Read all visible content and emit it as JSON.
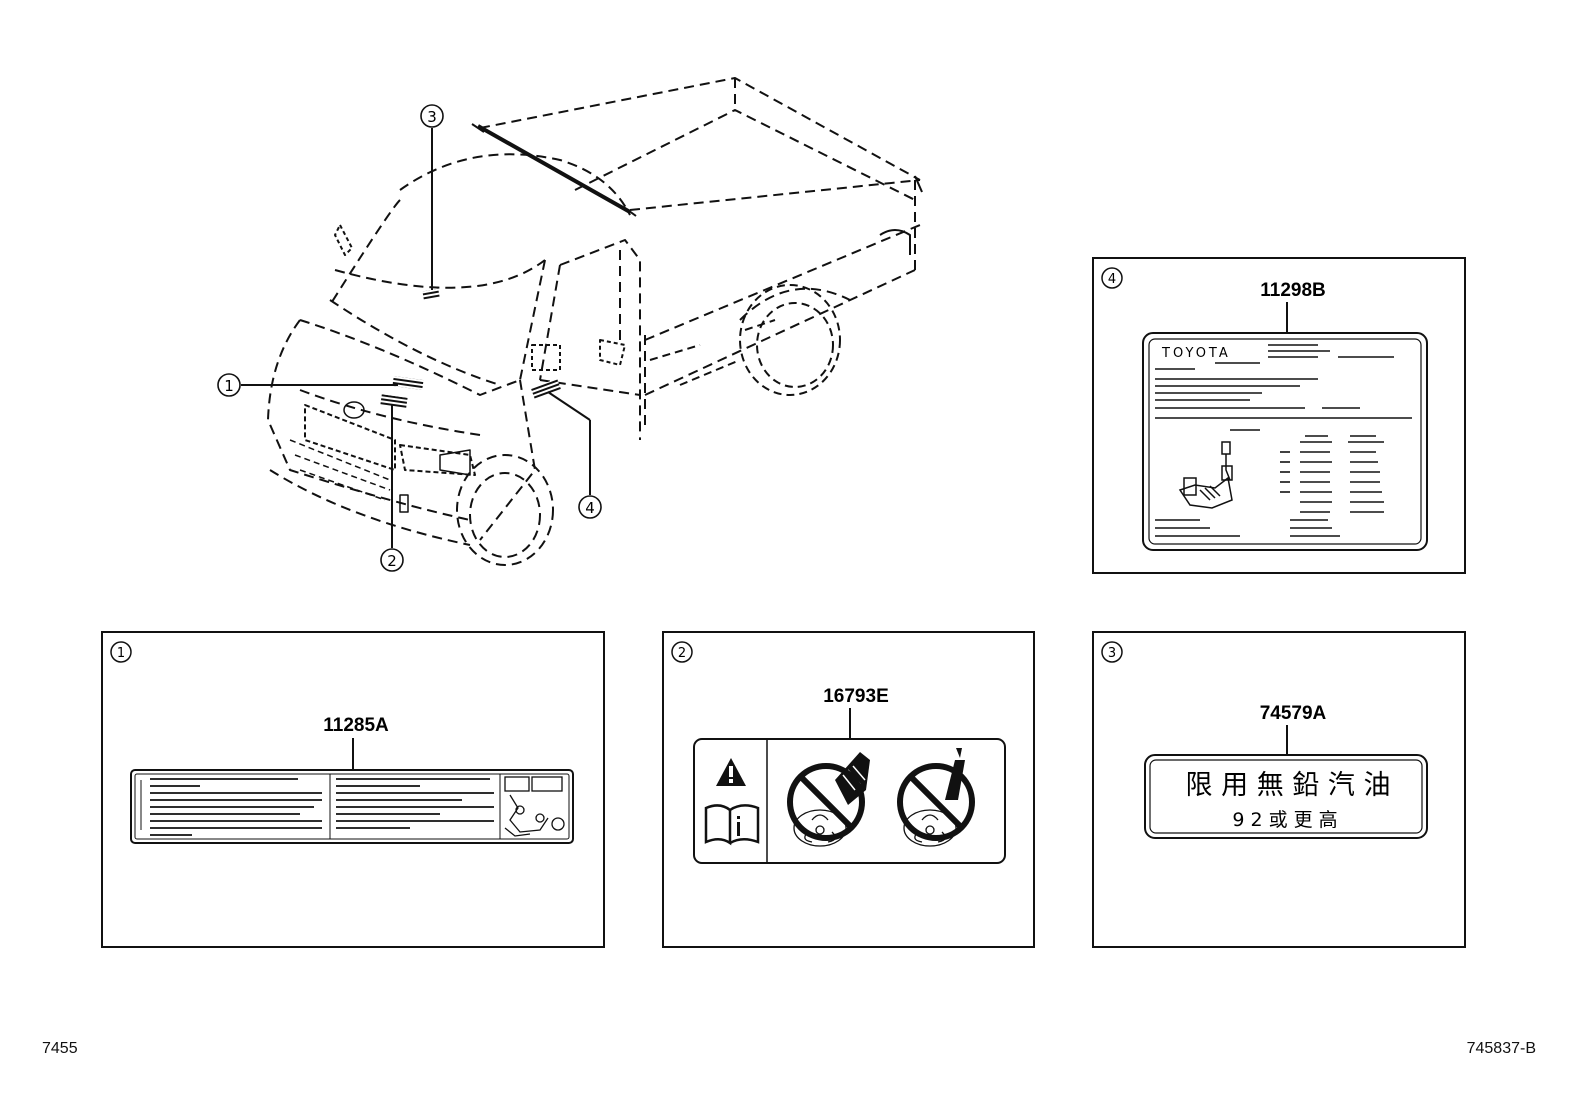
{
  "callouts": {
    "c1": "1",
    "c2": "2",
    "c3": "3",
    "c4": "4"
  },
  "panels": {
    "p1": {
      "index": "1",
      "part_number": "11285A"
    },
    "p2": {
      "index": "2",
      "part_number": "16793E"
    },
    "p3": {
      "index": "3",
      "part_number": "74579A",
      "label_line1": "限 用 無 鉛 汽 油",
      "label_line2": "9 2 或 更 高"
    },
    "p4": {
      "index": "4",
      "part_number": "11298B",
      "brand": "TOYOTA"
    }
  },
  "footer": {
    "left": "7455",
    "right": "745837-B"
  }
}
